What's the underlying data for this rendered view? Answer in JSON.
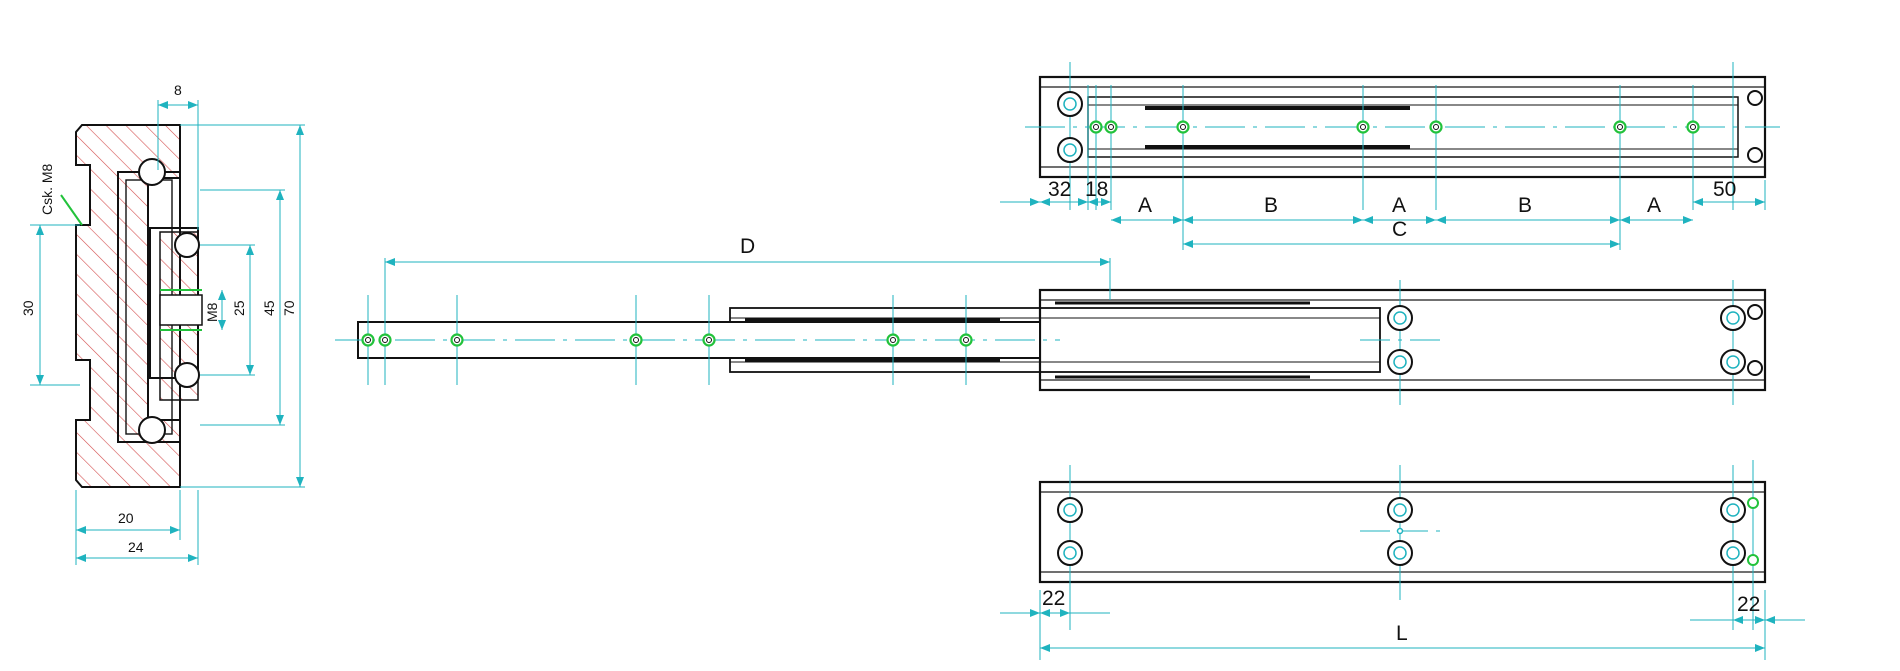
{
  "cross_section": {
    "callout": "Csk. M8",
    "dims": {
      "top_width": "8",
      "screw": "M8",
      "d30": "30",
      "d25": "25",
      "d45": "45",
      "d70": "70",
      "d20": "20",
      "d24": "24"
    }
  },
  "top_view": {
    "dims": {
      "end_offset": "32",
      "hole_offset": "18",
      "a1": "A",
      "b1": "B",
      "a2": "A",
      "b2": "B",
      "a3": "A",
      "end_right": "50",
      "c": "C"
    }
  },
  "extended_view": {
    "dims": {
      "stroke": "D"
    }
  },
  "bottom_view": {
    "dims": {
      "left": "22",
      "right": "22",
      "length": "L"
    }
  },
  "colors": {
    "outline": "#111111",
    "dimension": "#1fb3bf",
    "hatch": "#d45050",
    "hole": "#22c23b"
  }
}
